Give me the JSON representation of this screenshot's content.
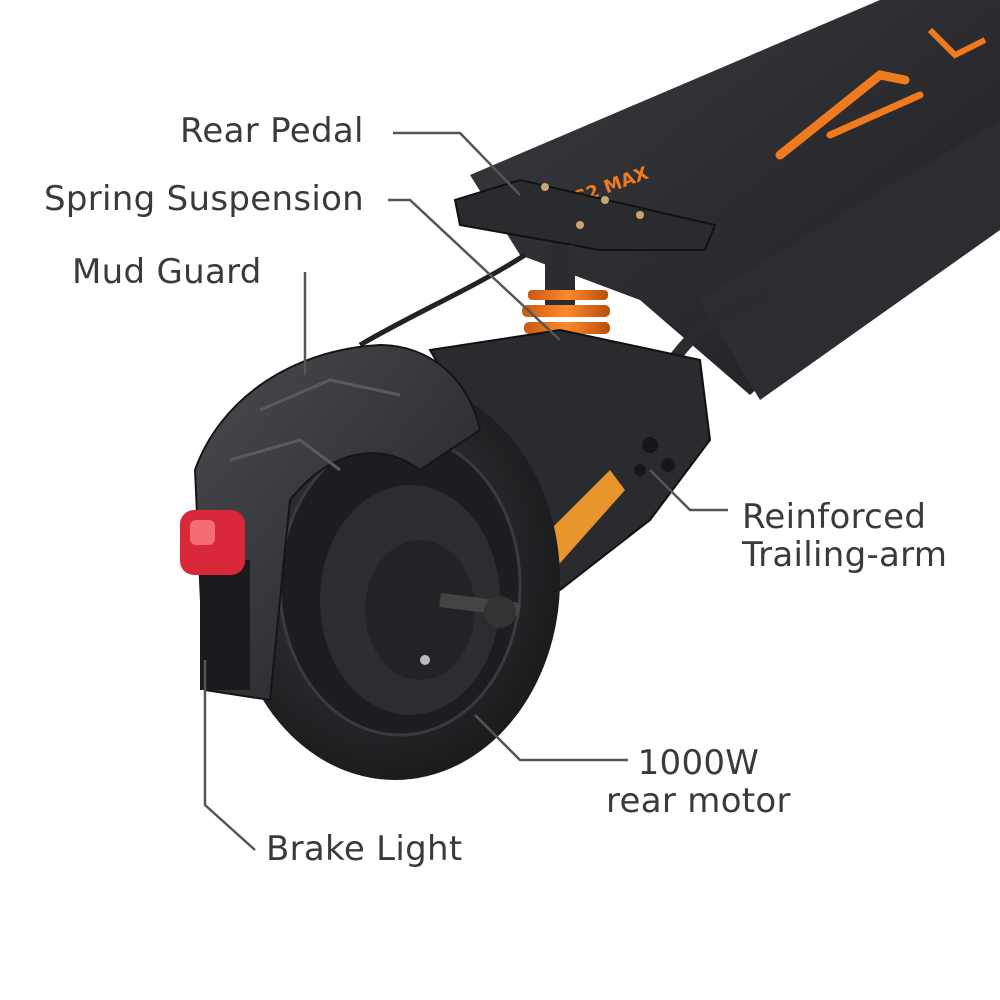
{
  "labels": {
    "rear_pedal": "Rear Pedal",
    "spring_suspension": "Spring Suspension",
    "mud_guard": "Mud Guard",
    "trailing_arm_line1": "Reinforced",
    "trailing_arm_line2": "Trailing-arm",
    "motor_line1": "1000W",
    "motor_line2": "rear motor",
    "brake_light": "Brake Light"
  },
  "deck_text": "G2 MAX",
  "colors": {
    "accent_orange": "#f07a1e",
    "body_black": "#26272a",
    "label_gray": "#3a3a3a",
    "brake_red": "#d8283a",
    "reflector_amber": "#e8952c"
  }
}
